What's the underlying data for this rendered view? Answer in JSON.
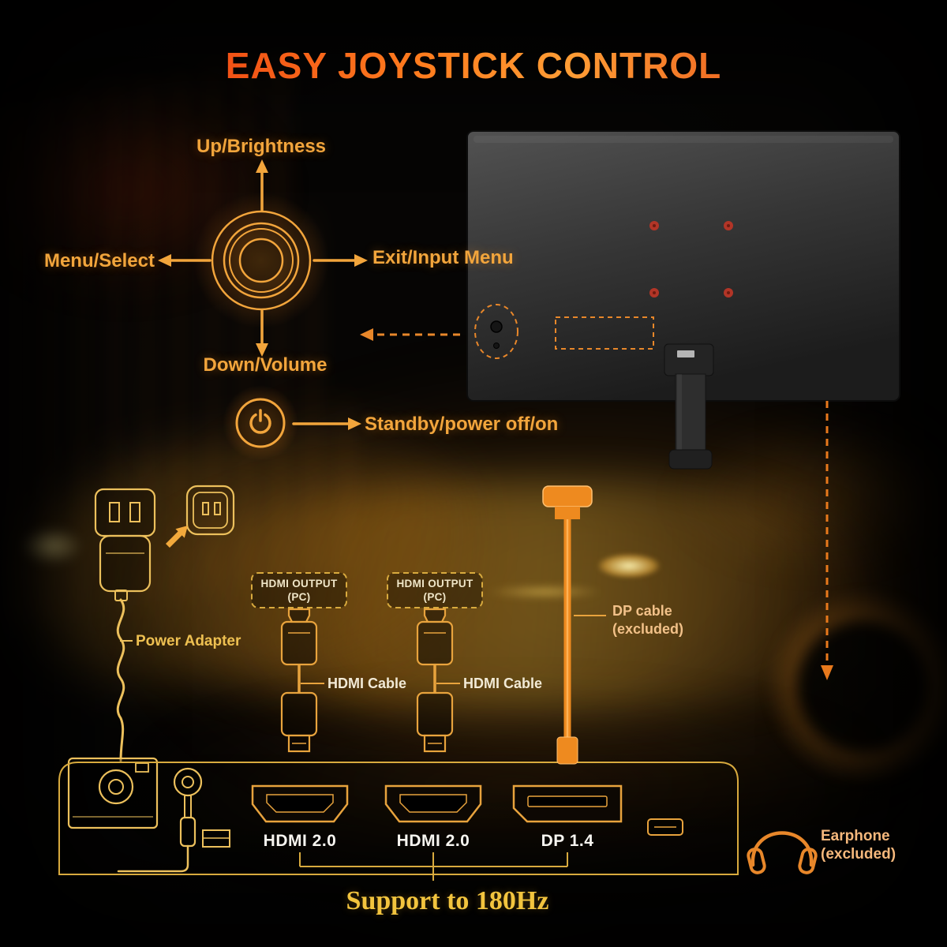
{
  "title": "EASY JOYSTICK CONTROL",
  "joystick": {
    "up": "Up/Brightness",
    "menu": "Menu/Select",
    "exit": "Exit/Input Menu",
    "down": "Down/Volume",
    "standby": "Standby/power off/on"
  },
  "connections": {
    "power_adapter": "Power Adapter",
    "hdmi_outputs": [
      {
        "line1": "HDMI OUTPUT",
        "line2": "(PC)"
      },
      {
        "line1": "HDMI OUTPUT",
        "line2": "(PC)"
      }
    ],
    "hdmi_cables": [
      {
        "label": "HDMI Cable"
      },
      {
        "label": "HDMI Cable"
      }
    ],
    "dp_cable": {
      "line1": "DP cable",
      "line2": "(excluded)"
    },
    "ports": [
      {
        "label": "HDMI 2.0"
      },
      {
        "label": "HDMI 2.0"
      },
      {
        "label": "DP 1.4"
      }
    ],
    "earphone": {
      "line1": "Earphone",
      "line2": "(excluded)"
    }
  },
  "footer": {
    "support": "Support to 180Hz"
  },
  "icons": [
    "joystick-ring-icon",
    "power-button-icon",
    "arrow-up-icon",
    "arrow-down-icon",
    "arrow-left-icon",
    "arrow-right-icon",
    "dashed-arrow-icon",
    "monitor-back-graphic",
    "vesa-screw-icon",
    "monitor-joystick-icon",
    "power-plug-icon",
    "wall-outlet-icon",
    "outlet-arrow-icon",
    "power-cable-icon",
    "power-inlet-module-icon",
    "audio-jack-port-icon",
    "audio-jack-plug-icon",
    "hdmi-plug-icon",
    "hdmi-port-icon",
    "dp-port-icon",
    "audio-out-port-icon",
    "dp-cable-icon",
    "dp-dashed-line-icon",
    "headphones-icon",
    "io-panel-outline",
    "bracket-lines"
  ],
  "colors": {
    "title_red": "#c8260f",
    "title_orange": "#ff8d2a",
    "label_orange": "#f2a53c",
    "line_gold": "#d8aa3e",
    "outline_yellow": "#ecc05c",
    "cable_orange": "#ee8a1f",
    "dashed_orange": "#e8872a",
    "screw_red": "#b23527",
    "port_label_white": "#f7f5f0",
    "support_gold": "#f2c43e",
    "background": "#060504"
  }
}
